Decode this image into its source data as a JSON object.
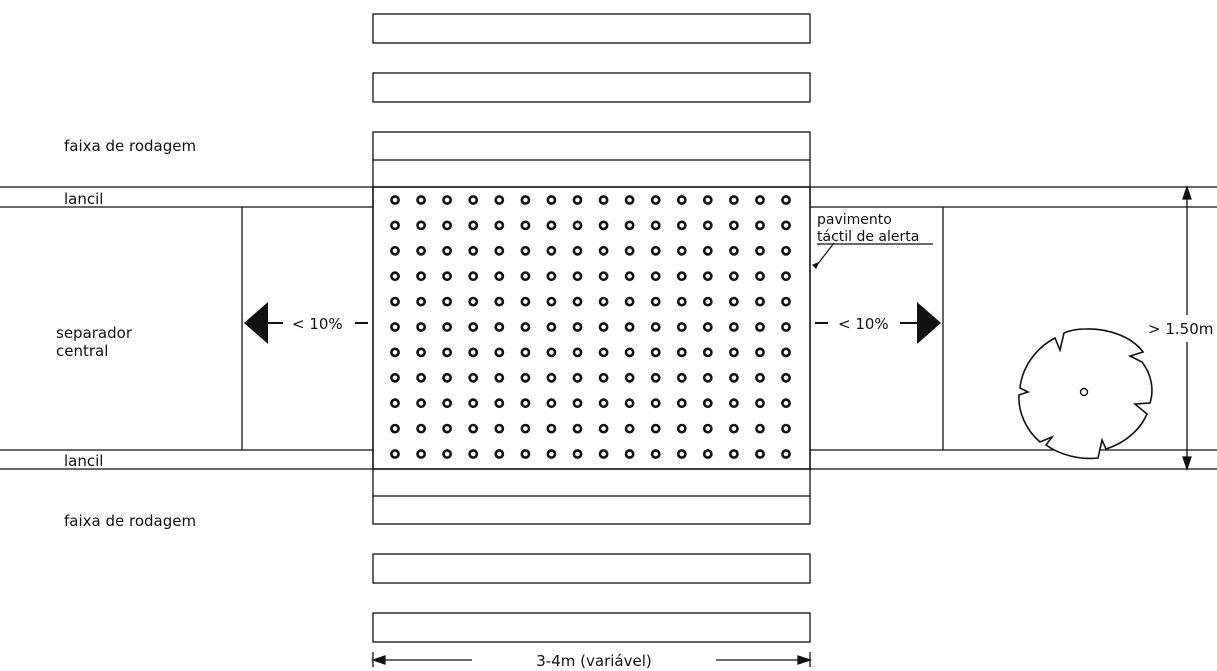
{
  "labels": {
    "lane_top": "faixa de rodagem",
    "lane_bottom": "faixa de rodagem",
    "curb_top": "lancil",
    "curb_bottom": "lancil",
    "median_line1": "separador",
    "median_line2": "central",
    "tactile_line1": "pavimento",
    "tactile_line2": "táctil de alerta",
    "slope_left": "< 10%",
    "slope_right": "< 10%",
    "width_dim": "> 1.50m",
    "crossing_width": "3-4m (variável)"
  },
  "tactile_grid": {
    "columns": 16,
    "rows": 11
  },
  "colors": {
    "line": "#111111",
    "background": "#ffffff"
  },
  "icons": [
    "arrow-left-icon",
    "arrow-right-icon",
    "wheelchair-turning-circle-icon"
  ]
}
